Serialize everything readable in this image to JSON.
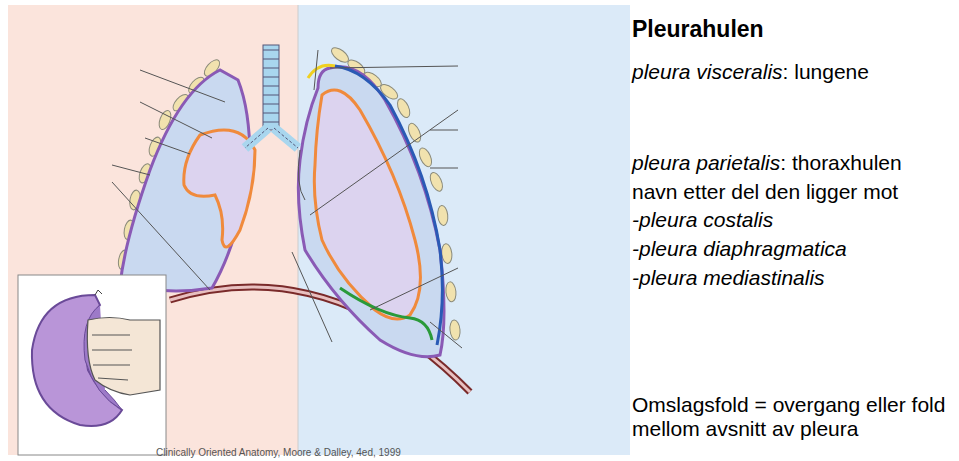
{
  "diagram": {
    "title": "Pleurahulen",
    "labels": [
      "pleura visceralis",
      ": lungene",
      "pleura parietalis",
      ": thoraxhulen",
      "navn etter del den ligger mot",
      "-pleura costalis",
      "-pleura diaphragmatica",
      "-pleura mediastinalis",
      "Omslagsfold = overgang eller fold mellom avsnitt av pleura",
      "Clinically Oriented Anatomy, Moore & Dalley, 4ed, 1999"
    ]
  }
}
